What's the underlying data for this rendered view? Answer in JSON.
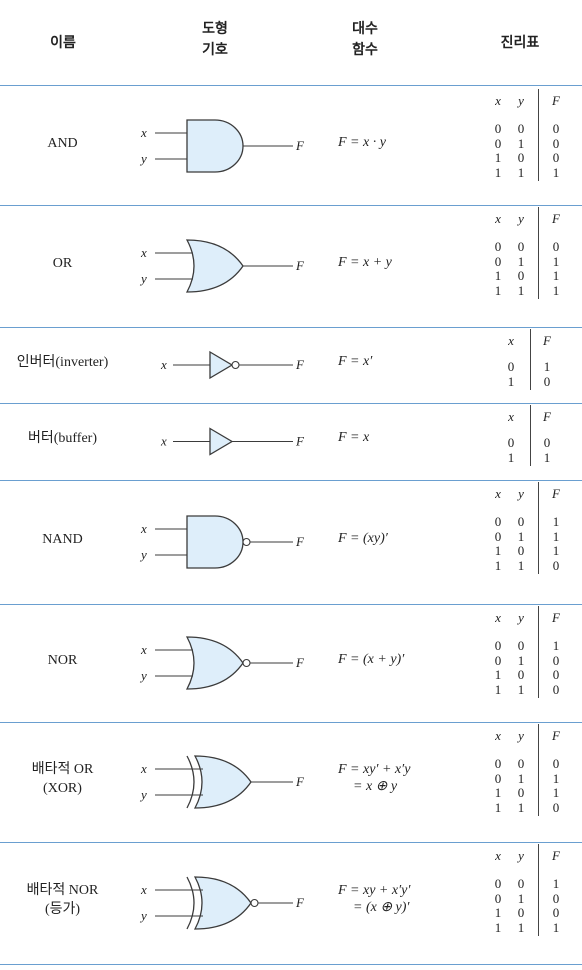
{
  "header": {
    "name": "이름",
    "symbol_line1": "도형",
    "symbol_line2": "기호",
    "function_line1": "대수",
    "function_line2": "함수",
    "truth_table": "진리표"
  },
  "gates": [
    {
      "id": "and",
      "name_lines": [
        "AND"
      ],
      "inputs": [
        "x",
        "y"
      ],
      "output": "F",
      "function_lines": [
        "F = x · y"
      ],
      "truth_header": [
        "x",
        "y",
        "F"
      ],
      "truth_rows": [
        [
          "0",
          "0",
          "0"
        ],
        [
          "0",
          "1",
          "0"
        ],
        [
          "1",
          "0",
          "0"
        ],
        [
          "1",
          "1",
          "1"
        ]
      ]
    },
    {
      "id": "or",
      "name_lines": [
        "OR"
      ],
      "inputs": [
        "x",
        "y"
      ],
      "output": "F",
      "function_lines": [
        "F = x + y"
      ],
      "truth_header": [
        "x",
        "y",
        "F"
      ],
      "truth_rows": [
        [
          "0",
          "0",
          "0"
        ],
        [
          "0",
          "1",
          "1"
        ],
        [
          "1",
          "0",
          "1"
        ],
        [
          "1",
          "1",
          "1"
        ]
      ]
    },
    {
      "id": "inverter",
      "name_lines": [
        "인버터(inverter)"
      ],
      "inputs": [
        "x"
      ],
      "output": "F",
      "function_lines": [
        "F = x′"
      ],
      "truth_header": [
        "x",
        "F"
      ],
      "truth_rows": [
        [
          "0",
          "1"
        ],
        [
          "1",
          "0"
        ]
      ]
    },
    {
      "id": "buffer",
      "name_lines": [
        "버터(buffer)"
      ],
      "inputs": [
        "x"
      ],
      "output": "F",
      "function_lines": [
        "F = x"
      ],
      "truth_header": [
        "x",
        "F"
      ],
      "truth_rows": [
        [
          "0",
          "0"
        ],
        [
          "1",
          "1"
        ]
      ]
    },
    {
      "id": "nand",
      "name_lines": [
        "NAND"
      ],
      "inputs": [
        "x",
        "y"
      ],
      "output": "F",
      "function_lines": [
        "F = (xy)′"
      ],
      "truth_header": [
        "x",
        "y",
        "F"
      ],
      "truth_rows": [
        [
          "0",
          "0",
          "1"
        ],
        [
          "0",
          "1",
          "1"
        ],
        [
          "1",
          "0",
          "1"
        ],
        [
          "1",
          "1",
          "0"
        ]
      ]
    },
    {
      "id": "nor",
      "name_lines": [
        "NOR"
      ],
      "inputs": [
        "x",
        "y"
      ],
      "output": "F",
      "function_lines": [
        "F = (x + y)′"
      ],
      "truth_header": [
        "x",
        "y",
        "F"
      ],
      "truth_rows": [
        [
          "0",
          "0",
          "1"
        ],
        [
          "0",
          "1",
          "0"
        ],
        [
          "1",
          "0",
          "0"
        ],
        [
          "1",
          "1",
          "0"
        ]
      ]
    },
    {
      "id": "xor",
      "name_lines": [
        "배타적 OR",
        "(XOR)"
      ],
      "inputs": [
        "x",
        "y"
      ],
      "output": "F",
      "function_lines": [
        "F = xy′ + x′y",
        "= x ⊕ y"
      ],
      "truth_header": [
        "x",
        "y",
        "F"
      ],
      "truth_rows": [
        [
          "0",
          "0",
          "0"
        ],
        [
          "0",
          "1",
          "1"
        ],
        [
          "1",
          "0",
          "1"
        ],
        [
          "1",
          "1",
          "0"
        ]
      ]
    },
    {
      "id": "xnor",
      "name_lines": [
        "배타적 NOR",
        "(등가)"
      ],
      "inputs": [
        "x",
        "y"
      ],
      "output": "F",
      "function_lines": [
        "F = xy + x′y′",
        "= (x ⊕ y)′"
      ],
      "truth_header": [
        "x",
        "y",
        "F"
      ],
      "truth_rows": [
        [
          "0",
          "0",
          "1"
        ],
        [
          "0",
          "1",
          "0"
        ],
        [
          "1",
          "0",
          "0"
        ],
        [
          "1",
          "1",
          "1"
        ]
      ]
    }
  ],
  "colors": {
    "rule": "#6a9fd0",
    "gate_fill": "#deeefa",
    "gate_stroke": "#3b3b3b",
    "text": "#222222"
  }
}
